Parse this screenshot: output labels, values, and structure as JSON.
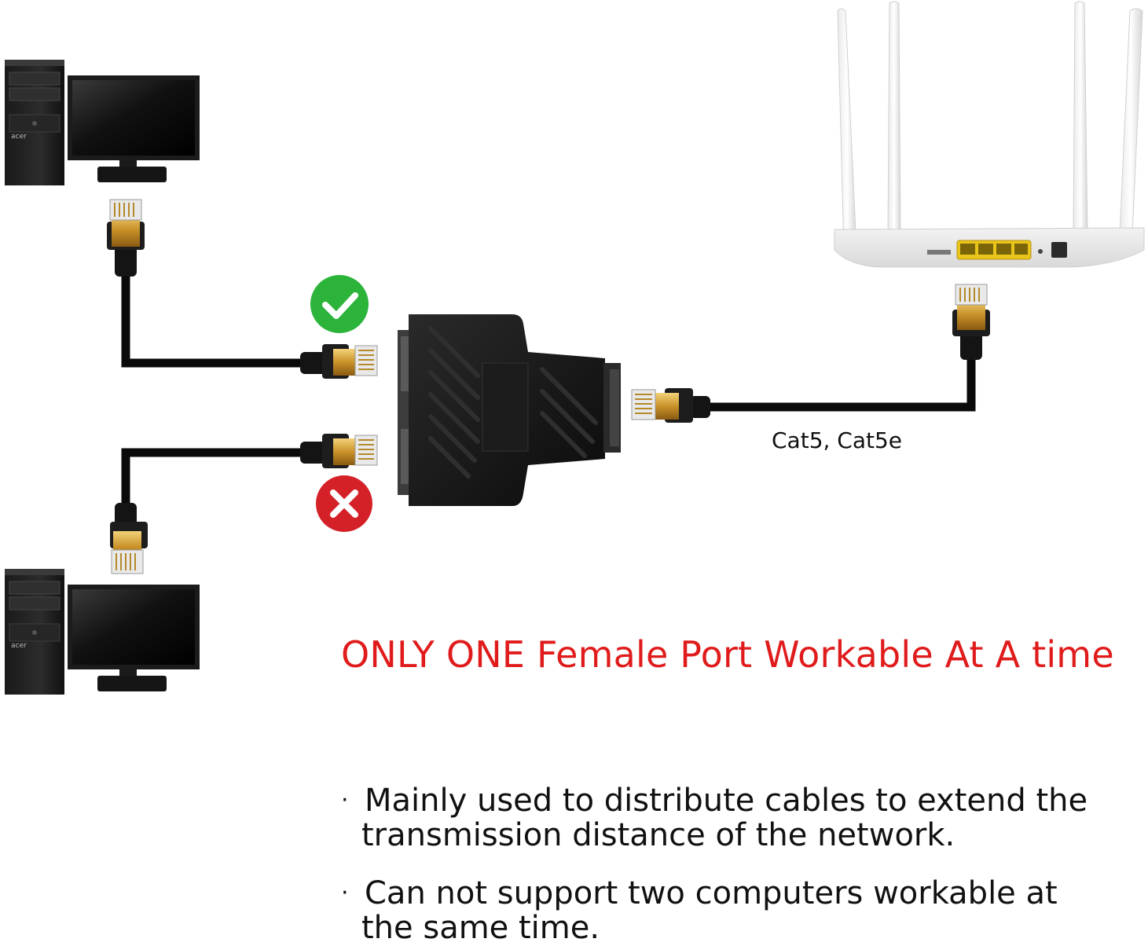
{
  "cable_label": "Cat5, Cat5e",
  "headline": "ONLY ONE Female Port Workable At A time",
  "bullets": [
    {
      "line1": "Mainly used to distribute cables to extend the",
      "line2": "transmission distance of the network."
    },
    {
      "line1": "Can not support two computers workable at",
      "line2": "the same time."
    }
  ],
  "bullet_symbol": "·",
  "brand_text": "acer",
  "status_icons": {
    "ok": "checkmark-icon",
    "no": "cross-icon"
  },
  "colors": {
    "ok": "#2bb33a",
    "no": "#d42128",
    "headline": "#e01b1b",
    "cable": "#0a0a0a",
    "router_port": "#f2d21c",
    "connector_gold": "#d4a22a"
  }
}
